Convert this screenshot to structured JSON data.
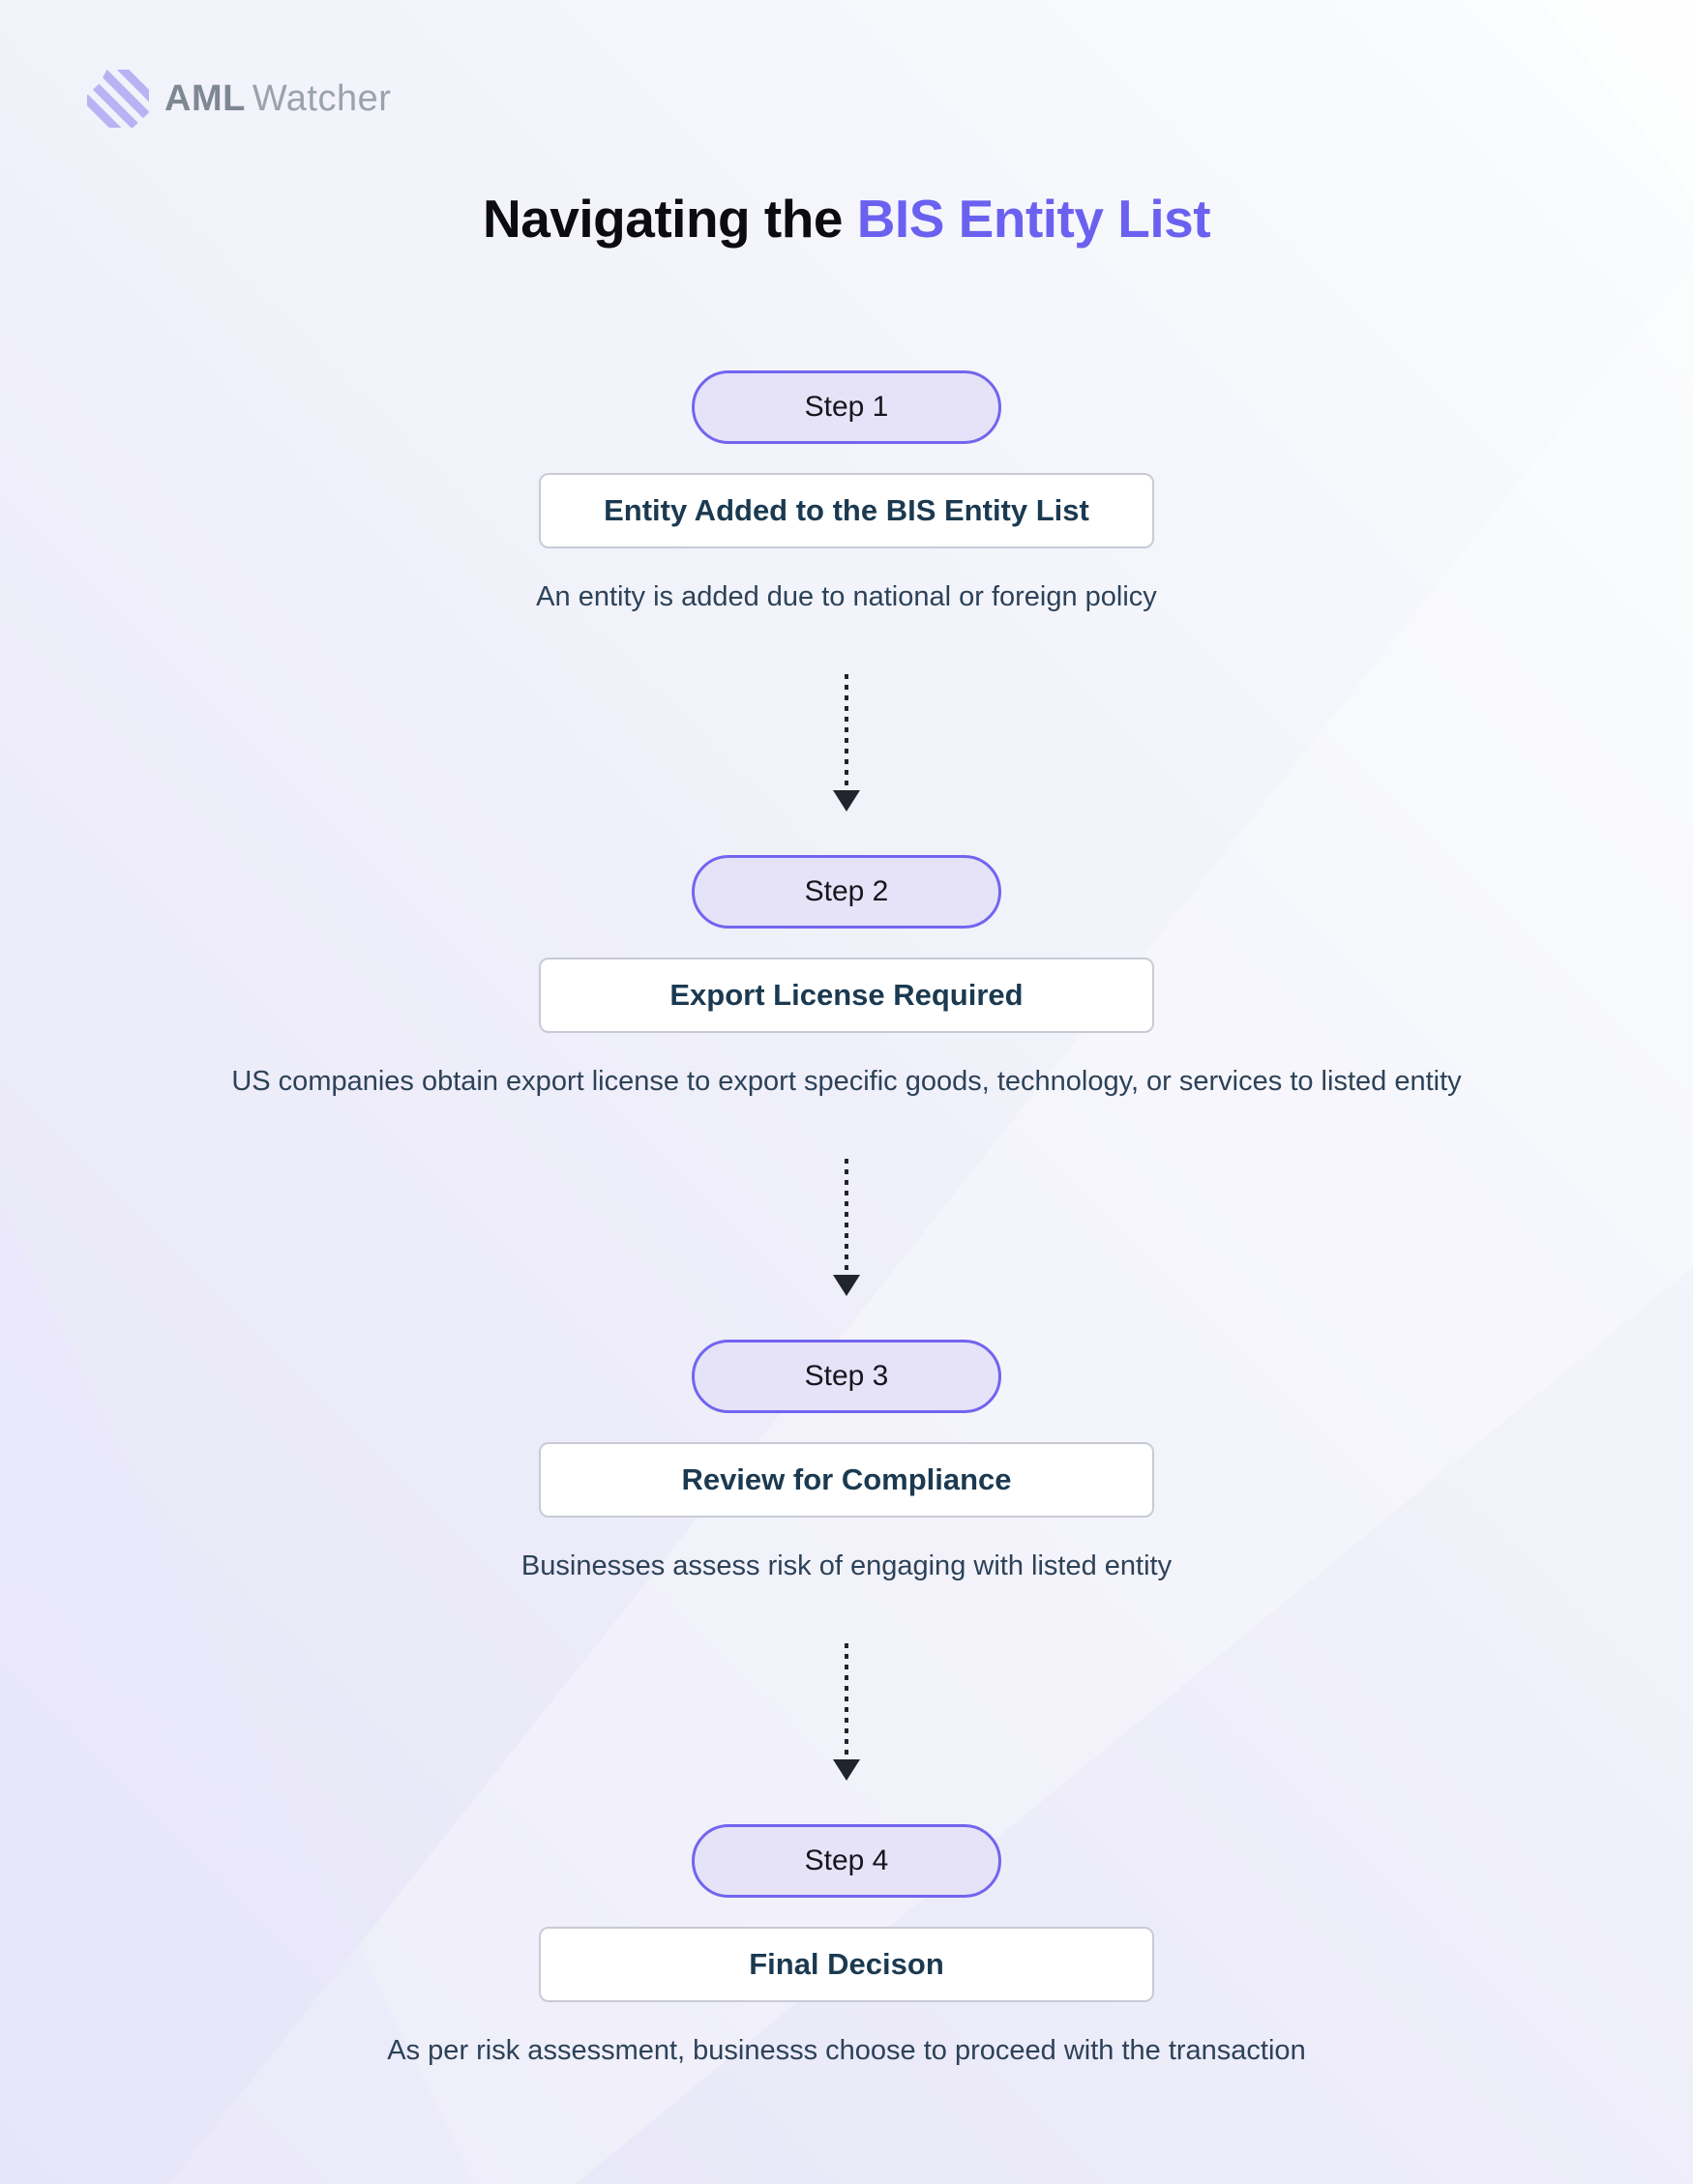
{
  "brand": {
    "name_bold": "AML",
    "name_light": "Watcher"
  },
  "title": {
    "prefix": "Navigating the ",
    "highlight": "BIS Entity List"
  },
  "steps": [
    {
      "pill": "Step 1",
      "heading": "Entity Added to the BIS Entity List",
      "description": "An entity is added due to national or foreign policy"
    },
    {
      "pill": "Step 2",
      "heading": "Export License Required",
      "description": "US companies obtain export license to export specific goods, technology, or services to listed entity"
    },
    {
      "pill": "Step 3",
      "heading": "Review for Compliance",
      "description": "Businesses assess risk of engaging with listed entity"
    },
    {
      "pill": "Step 4",
      "heading": "Final Decison",
      "description": "As per risk assessment, businesss choose to proceed with the transaction"
    }
  ],
  "colors": {
    "title_highlight": "#6b61f0",
    "pill_fill": "#e6e3f9",
    "pill_border": "#7265ee",
    "heading_text": "#1b3a51",
    "description_text": "#2c4258",
    "arrow": "#20242c",
    "logo_stripes": "#b9b3f4",
    "logo_text_bold": "#7e8893",
    "logo_text_light": "#9aa3ac"
  }
}
